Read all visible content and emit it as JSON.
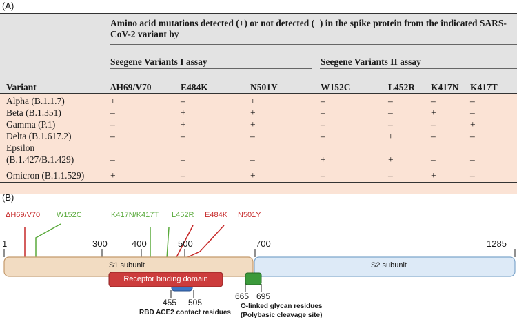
{
  "panel_a_label": "(A)",
  "panel_b_label": "(B)",
  "table": {
    "group_header": "Amino acid mutations detected (+) or not detected (−) in the spike protein from the indicated SARS-CoV-2 variant by",
    "assay1": "Seegene Variants I assay",
    "assay2": "Seegene Variants II assay",
    "columns": [
      "Variant",
      "ΔH69/V70",
      "E484K",
      "N501Y",
      "W152C",
      "L452R",
      "K417N",
      "K417T"
    ],
    "rows": [
      {
        "name": "Alpha (B.1.1.7)",
        "cells": [
          "+",
          "–",
          "+",
          "–",
          "–",
          "–",
          "–"
        ]
      },
      {
        "name": "Beta (B.1.351)",
        "cells": [
          "–",
          "+",
          "+",
          "–",
          "–",
          "+",
          "–"
        ]
      },
      {
        "name": "Gamma (P.1)",
        "cells": [
          "–",
          "+",
          "+",
          "–",
          "–",
          "–",
          "+"
        ]
      },
      {
        "name": "Delta (B.1.617.2)",
        "cells": [
          "–",
          "–",
          "–",
          "–",
          "+",
          "–",
          "–"
        ]
      },
      {
        "name": "Epsilon",
        "name2": "(B.1.427/B.1.429)",
        "cells": [
          "–",
          "–",
          "–",
          "+",
          "+",
          "–",
          "–"
        ]
      },
      {
        "name": "Omicron (B.1.1.529)",
        "cells": [
          "+",
          "–",
          "+",
          "–",
          "–",
          "+",
          "–"
        ]
      }
    ]
  },
  "diagram": {
    "mutations": [
      {
        "label": "ΔH69/V70",
        "color": "#c62828"
      },
      {
        "label": "W152C",
        "color": "#5aaa3c"
      },
      {
        "label": "K417N/K417T",
        "color": "#5aaa3c"
      },
      {
        "label": "L452R",
        "color": "#5aaa3c"
      },
      {
        "label": "E484K",
        "color": "#c62828"
      },
      {
        "label": "N501Y",
        "color": "#c62828"
      }
    ],
    "positions": [
      "1",
      "300",
      "400",
      "500",
      "700",
      "1285"
    ],
    "s1_label": "S1 subunit",
    "s2_label": "S2 subunit",
    "rbd_label": "Receptor binding domain",
    "ace2_start": "455",
    "ace2_end": "505",
    "ace2_label": "RBD ACE2 contact residues",
    "glycan_start": "665",
    "glycan_end": "695",
    "glycan_label1": "O-linked glycan residues",
    "glycan_label2": "(Polybasic cleavage site)",
    "colors": {
      "s1": "#f2dcc2",
      "s2": "#ddeaf7",
      "rbd": "#cc3c3c",
      "ace2": "#3f76c4",
      "glycan": "#3b9a3b",
      "red": "#c62828",
      "green": "#5aaa3c"
    }
  }
}
